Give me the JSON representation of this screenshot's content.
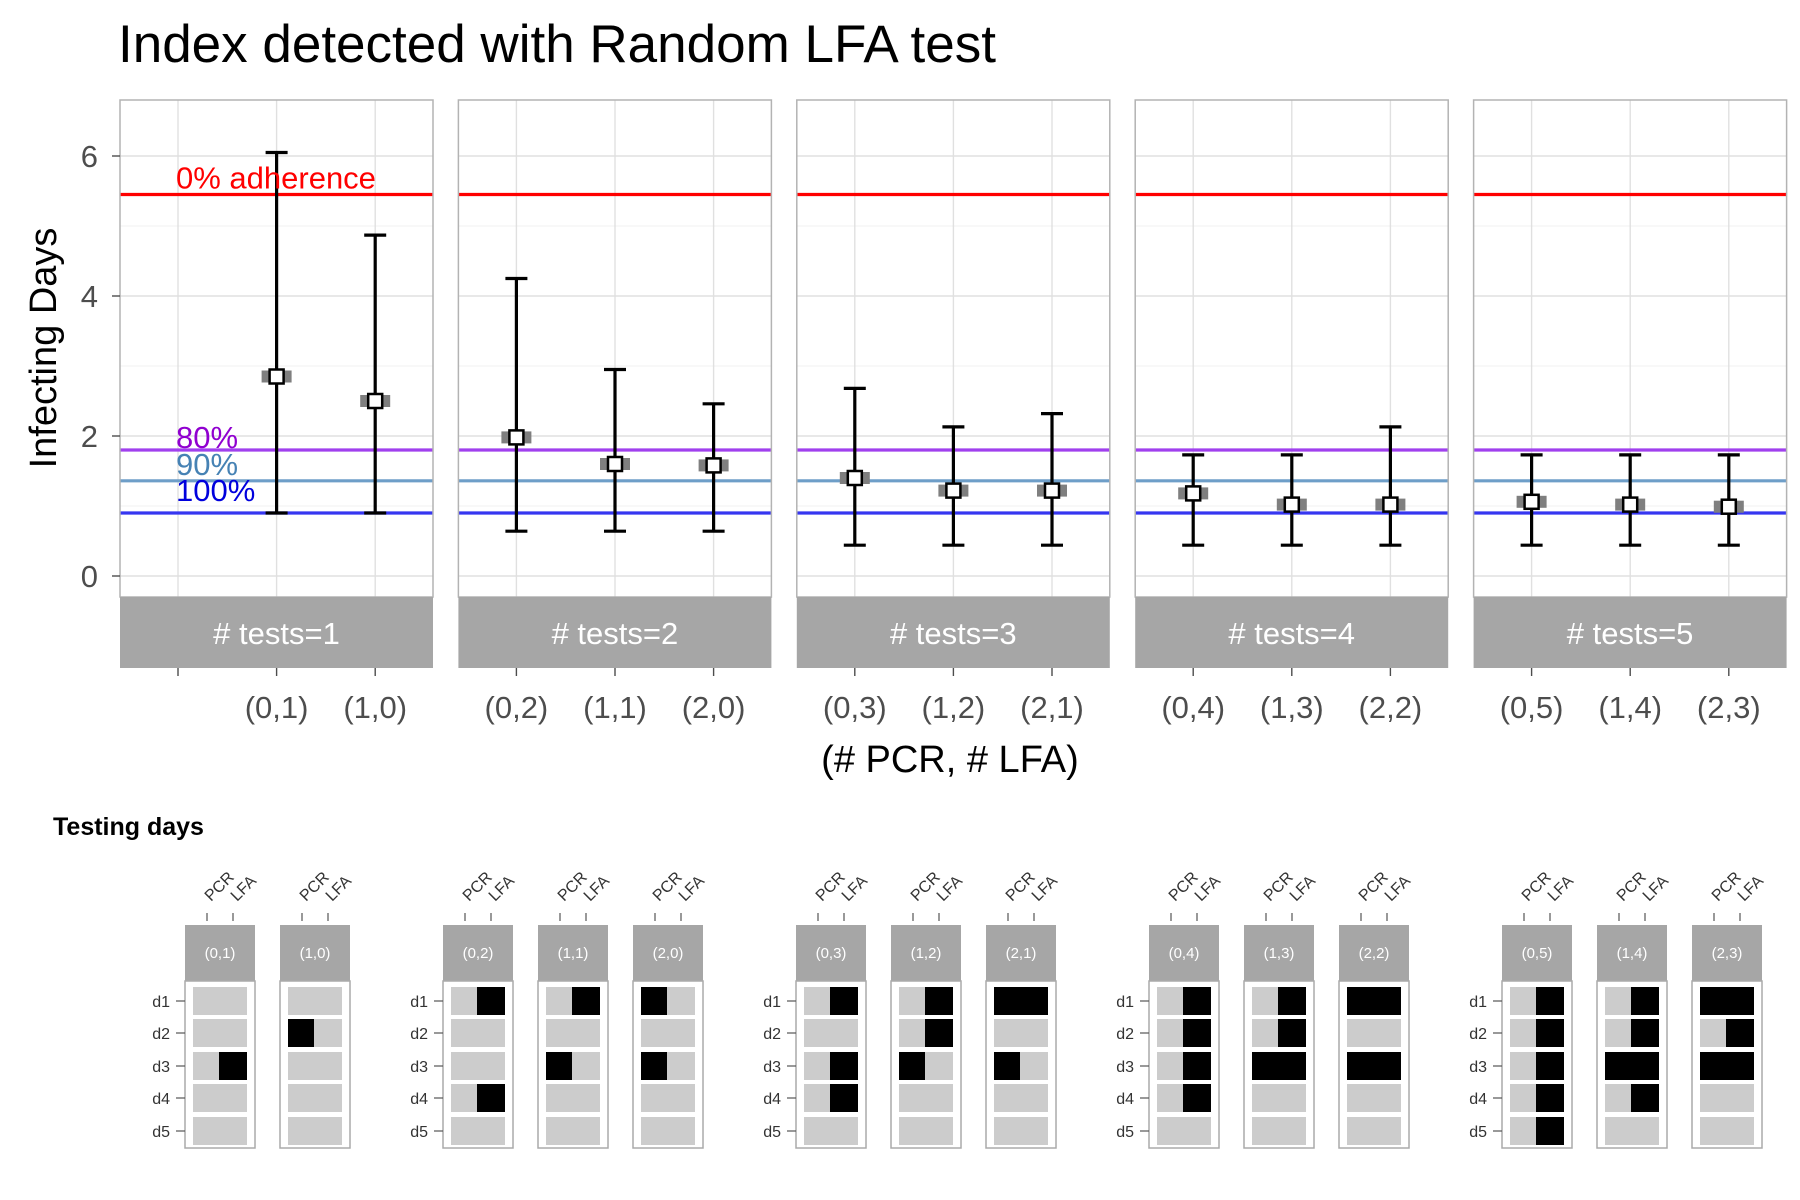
{
  "chart_data": {
    "type": "errorbar",
    "title": "Index detected with Random LFA test",
    "ylabel": "Infecting Days",
    "xlabel": "(# PCR, # LFA)",
    "ylim": [
      -0.3,
      6.8
    ],
    "yticks": [
      0,
      2,
      4,
      6
    ],
    "grid": true,
    "reference_lines": [
      {
        "label": "0% adherence",
        "value": 5.45,
        "color": "#ff0000"
      },
      {
        "label": "80%",
        "value": 1.8,
        "color": "#a040ee",
        "label_color": "#9000d0"
      },
      {
        "label": "90%",
        "value": 1.36,
        "color": "#6e9ec8",
        "label_color": "#4682b4"
      },
      {
        "label": "100%",
        "value": 0.9,
        "color": "#3636f0",
        "label_color": "#0000dd"
      }
    ],
    "panels": [
      {
        "strip": "# tests=1",
        "points": [
          {
            "label": "(0,1)",
            "value": 2.85,
            "lower": 0.9,
            "upper": 6.05
          },
          {
            "label": "(1,0)",
            "value": 2.5,
            "lower": 0.9,
            "upper": 4.87
          }
        ]
      },
      {
        "strip": "# tests=2",
        "points": [
          {
            "label": "(0,2)",
            "value": 1.98,
            "lower": 0.64,
            "upper": 4.25
          },
          {
            "label": "(1,1)",
            "value": 1.6,
            "lower": 0.64,
            "upper": 2.95
          },
          {
            "label": "(2,0)",
            "value": 1.58,
            "lower": 0.64,
            "upper": 2.46
          }
        ]
      },
      {
        "strip": "# tests=3",
        "points": [
          {
            "label": "(0,3)",
            "value": 1.4,
            "lower": 0.44,
            "upper": 2.68
          },
          {
            "label": "(1,2)",
            "value": 1.22,
            "lower": 0.44,
            "upper": 2.13
          },
          {
            "label": "(2,1)",
            "value": 1.22,
            "lower": 0.44,
            "upper": 2.32
          }
        ]
      },
      {
        "strip": "# tests=4",
        "points": [
          {
            "label": "(0,4)",
            "value": 1.18,
            "lower": 0.44,
            "upper": 1.73
          },
          {
            "label": "(1,3)",
            "value": 1.02,
            "lower": 0.44,
            "upper": 1.73
          },
          {
            "label": "(2,2)",
            "value": 1.02,
            "lower": 0.44,
            "upper": 2.13
          }
        ]
      },
      {
        "strip": "# tests=5",
        "points": [
          {
            "label": "(0,5)",
            "value": 1.06,
            "lower": 0.44,
            "upper": 1.73
          },
          {
            "label": "(1,4)",
            "value": 1.02,
            "lower": 0.44,
            "upper": 1.73
          },
          {
            "label": "(2,3)",
            "value": 0.99,
            "lower": 0.44,
            "upper": 1.73
          }
        ]
      }
    ],
    "testing_days": {
      "title": "Testing days",
      "column_labels": [
        "PCR",
        "LFA"
      ],
      "row_labels": [
        "d1",
        "d2",
        "d3",
        "d4",
        "d5"
      ],
      "groups": [
        {
          "schedules": [
            {
              "label": "(0,1)",
              "grid": [
                [
                  0,
                  0
                ],
                [
                  0,
                  0
                ],
                [
                  0,
                  1
                ],
                [
                  0,
                  0
                ],
                [
                  0,
                  0
                ]
              ]
            },
            {
              "label": "(1,0)",
              "grid": [
                [
                  0,
                  0
                ],
                [
                  1,
                  0
                ],
                [
                  0,
                  0
                ],
                [
                  0,
                  0
                ],
                [
                  0,
                  0
                ]
              ]
            }
          ]
        },
        {
          "schedules": [
            {
              "label": "(0,2)",
              "grid": [
                [
                  0,
                  1
                ],
                [
                  0,
                  0
                ],
                [
                  0,
                  0
                ],
                [
                  0,
                  1
                ],
                [
                  0,
                  0
                ]
              ]
            },
            {
              "label": "(1,1)",
              "grid": [
                [
                  0,
                  1
                ],
                [
                  0,
                  0
                ],
                [
                  1,
                  0
                ],
                [
                  0,
                  0
                ],
                [
                  0,
                  0
                ]
              ]
            },
            {
              "label": "(2,0)",
              "grid": [
                [
                  1,
                  0
                ],
                [
                  0,
                  0
                ],
                [
                  1,
                  0
                ],
                [
                  0,
                  0
                ],
                [
                  0,
                  0
                ]
              ]
            }
          ]
        },
        {
          "schedules": [
            {
              "label": "(0,3)",
              "grid": [
                [
                  0,
                  1
                ],
                [
                  0,
                  0
                ],
                [
                  0,
                  1
                ],
                [
                  0,
                  1
                ],
                [
                  0,
                  0
                ]
              ]
            },
            {
              "label": "(1,2)",
              "grid": [
                [
                  0,
                  1
                ],
                [
                  0,
                  1
                ],
                [
                  1,
                  0
                ],
                [
                  0,
                  0
                ],
                [
                  0,
                  0
                ]
              ]
            },
            {
              "label": "(2,1)",
              "grid": [
                [
                  1,
                  1
                ],
                [
                  0,
                  0
                ],
                [
                  1,
                  0
                ],
                [
                  0,
                  0
                ],
                [
                  0,
                  0
                ]
              ]
            }
          ]
        },
        {
          "schedules": [
            {
              "label": "(0,4)",
              "grid": [
                [
                  0,
                  1
                ],
                [
                  0,
                  1
                ],
                [
                  0,
                  1
                ],
                [
                  0,
                  1
                ],
                [
                  0,
                  0
                ]
              ]
            },
            {
              "label": "(1,3)",
              "grid": [
                [
                  0,
                  1
                ],
                [
                  0,
                  1
                ],
                [
                  1,
                  1
                ],
                [
                  0,
                  0
                ],
                [
                  0,
                  0
                ]
              ]
            },
            {
              "label": "(2,2)",
              "grid": [
                [
                  1,
                  1
                ],
                [
                  0,
                  0
                ],
                [
                  1,
                  1
                ],
                [
                  0,
                  0
                ],
                [
                  0,
                  0
                ]
              ]
            }
          ]
        },
        {
          "schedules": [
            {
              "label": "(0,5)",
              "grid": [
                [
                  0,
                  1
                ],
                [
                  0,
                  1
                ],
                [
                  0,
                  1
                ],
                [
                  0,
                  1
                ],
                [
                  0,
                  1
                ]
              ]
            },
            {
              "label": "(1,4)",
              "grid": [
                [
                  0,
                  1
                ],
                [
                  0,
                  1
                ],
                [
                  1,
                  1
                ],
                [
                  0,
                  1
                ],
                [
                  0,
                  0
                ]
              ]
            },
            {
              "label": "(2,3)",
              "grid": [
                [
                  1,
                  1
                ],
                [
                  0,
                  1
                ],
                [
                  1,
                  1
                ],
                [
                  0,
                  0
                ],
                [
                  0,
                  0
                ]
              ]
            }
          ]
        }
      ]
    }
  }
}
